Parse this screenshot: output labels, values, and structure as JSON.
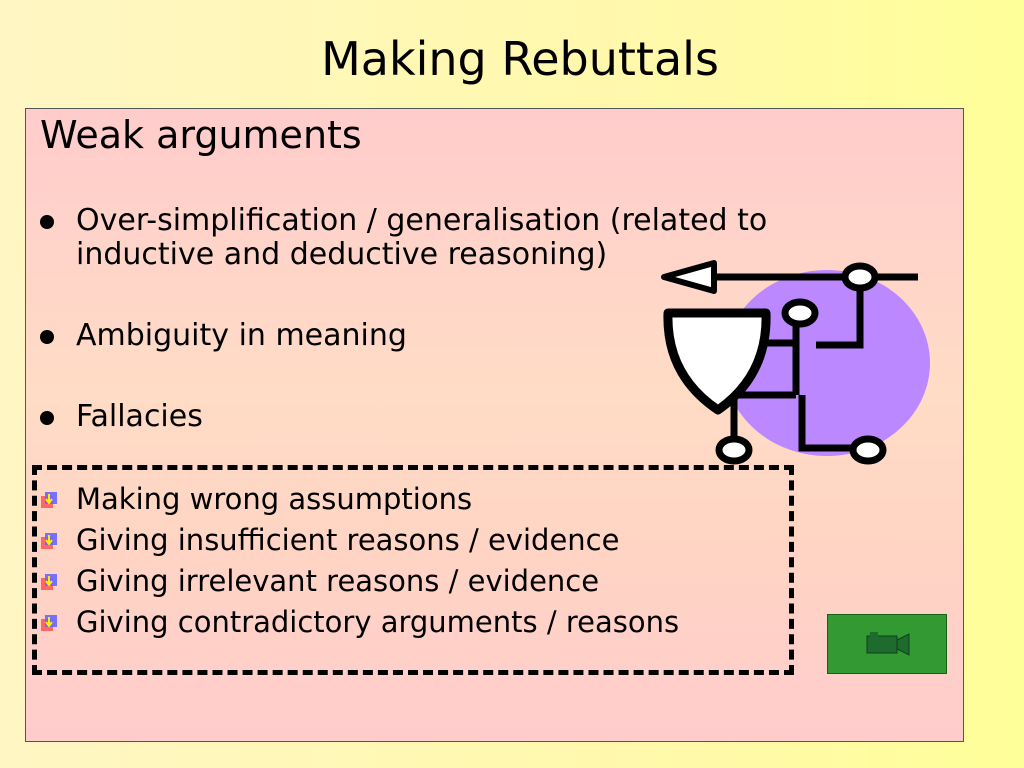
{
  "slide": {
    "title": "Making Rebuttals",
    "heading": "Weak arguments",
    "bullets": [
      "Over-simplification / generalisation  (related to",
      "inductive and deductive reasoning)",
      "Ambiguity in meaning",
      "Fallacies"
    ],
    "sub_bullets": [
      "Making wrong assumptions",
      "Giving insufficient reasons / evidence",
      "Giving irrelevant reasons / evidence",
      "Giving contradictory arguments / reasons"
    ]
  },
  "icons": {
    "bullet": "filled-circle",
    "sub_bullet": "colored-square-arrow-icon",
    "clipart": "logic-circuit-diagram",
    "action_button": "movie-camera-icon"
  },
  "colors": {
    "background": "#ffff99",
    "panel": "#ffcccc",
    "clipart_blob": "#bb88ff",
    "button": "#339933",
    "camera": "#1e6b2e"
  }
}
